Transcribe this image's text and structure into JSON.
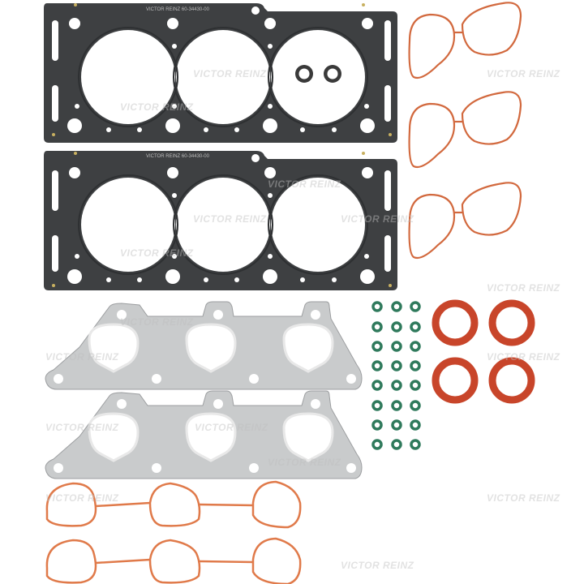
{
  "product": {
    "brand_watermark": "VICTOR REINZ",
    "head_gasket_marking": "VICTOR REINZ 60-34430-00"
  },
  "components": {
    "cylinder_head_gaskets": {
      "count": 2,
      "color": "#3e4042",
      "bores_per_gasket": 3
    },
    "small_seal_rings": {
      "count": 2,
      "color": "#3a3a3a"
    },
    "throttle_body_gaskets": {
      "count": 3,
      "color": "#d2693e"
    },
    "exhaust_manifold_gaskets": {
      "count": 2,
      "color": "#c9cbcc"
    },
    "valve_stem_seals": {
      "count": 24,
      "rows": 8,
      "cols": 3,
      "color": "#2f7a5c"
    },
    "camshaft_seals": {
      "count": 4,
      "color": "#c8452a"
    },
    "intake_manifold_gaskets": {
      "count": 2,
      "color": "#e07a4a"
    }
  },
  "colors": {
    "background": "#ffffff",
    "head_gasket": "#3e4042",
    "exhaust_metal": "#c9cbcc",
    "orange_gasket": "#d2693e",
    "green_seal": "#2f7a5c",
    "red_seal": "#c8452a"
  }
}
